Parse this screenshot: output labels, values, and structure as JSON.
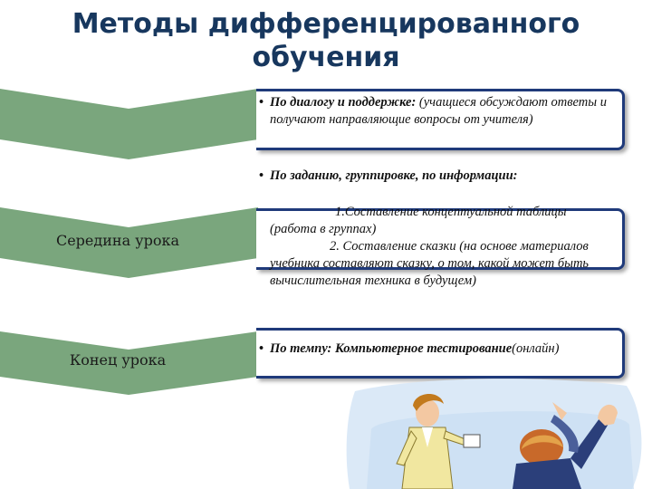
{
  "title": "Методы дифференцированного обучения",
  "stages": [
    {
      "label": ""
    },
    {
      "label": "Середина урока"
    },
    {
      "label": "Конец урока"
    }
  ],
  "methods": {
    "dialog": {
      "heading": "По диалогу и поддержке:",
      "text": " (учащиеся обсуждают ответы и получают направляющие вопросы от учителя)"
    },
    "task": {
      "heading": "По заданию, группировке, по информации:",
      "item1": "1.Составление концептуальной таблицы (работа в группах)",
      "item2": "2. Составление сказки (на основе материалов учебника составляют сказку, о том, какой может быть вычислительная техника в будущем)"
    },
    "pace": {
      "heading": "По темпу: Компьютерное тестирование",
      "text": "(онлайн)"
    }
  },
  "bullet_symbol": "•",
  "colors": {
    "title": "#17375e",
    "chevron": "#7aa67d",
    "card_border": "#1f3a7a"
  }
}
